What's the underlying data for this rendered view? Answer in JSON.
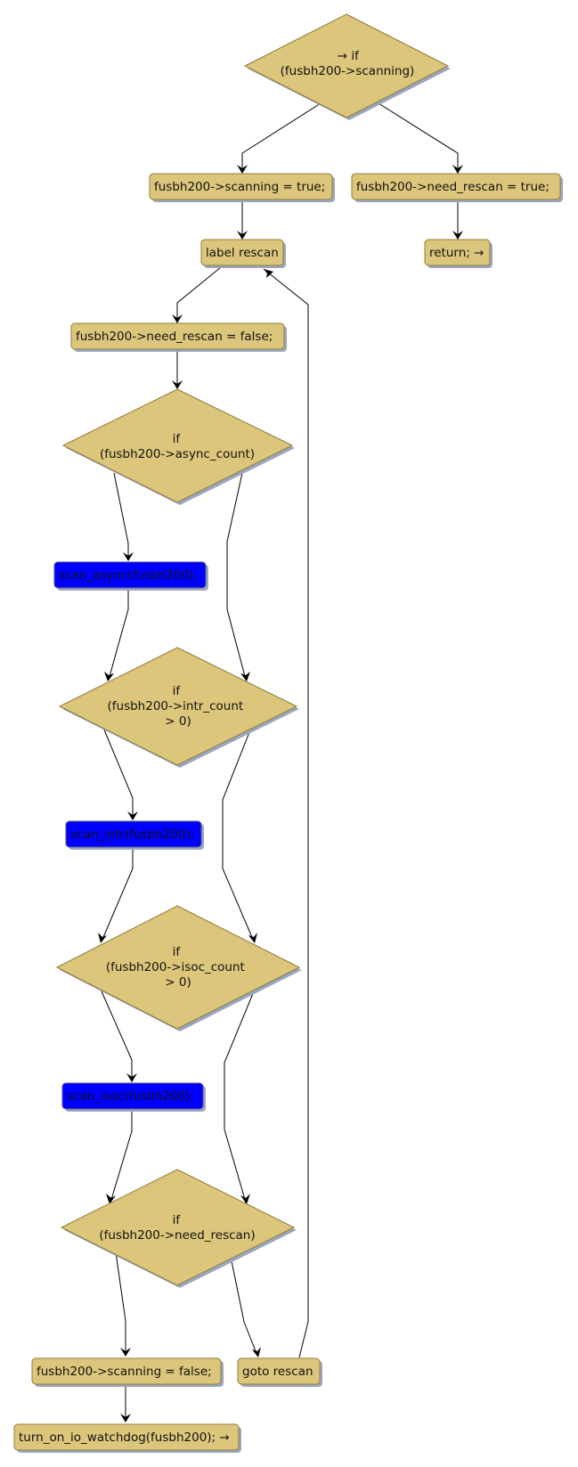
{
  "colors": {
    "node_fill": "#dcc67c",
    "node_stroke": "#8f7c3a",
    "call_fill": "#0000ff",
    "call_stroke": "#5a5a8a",
    "shadow": "#9aa6bf",
    "edge": "#000000"
  },
  "nodes": {
    "if_scanning": {
      "line1": "→ if",
      "line2": "(fusbh200->scanning)"
    },
    "set_scanning_true": "fusbh200->scanning = true;",
    "set_need_rescan_true": "fusbh200->need_rescan = true;",
    "return_stmt": "return; →",
    "label_rescan": "label rescan",
    "set_need_rescan_false": "fusbh200->need_rescan = false;",
    "if_async": {
      "line1": "if",
      "line2": "(fusbh200->async_count)"
    },
    "scan_async": "scan_async(fusbh200);",
    "if_intr": {
      "line1": "if",
      "line2": "(fusbh200->intr_count",
      "line3": "> 0)"
    },
    "scan_intr": "scan_intr(fusbh200);",
    "if_isoc": {
      "line1": "if",
      "line2": "(fusbh200->isoc_count",
      "line3": "> 0)"
    },
    "scan_isoc": "scan_isoc(fusbh200);",
    "if_need_rescan": {
      "line1": "if",
      "line2": "(fusbh200->need_rescan)"
    },
    "set_scanning_false": "fusbh200->scanning = false;",
    "goto_rescan": "goto rescan",
    "turn_on_watchdog": "turn_on_io_watchdog(fusbh200); →"
  }
}
